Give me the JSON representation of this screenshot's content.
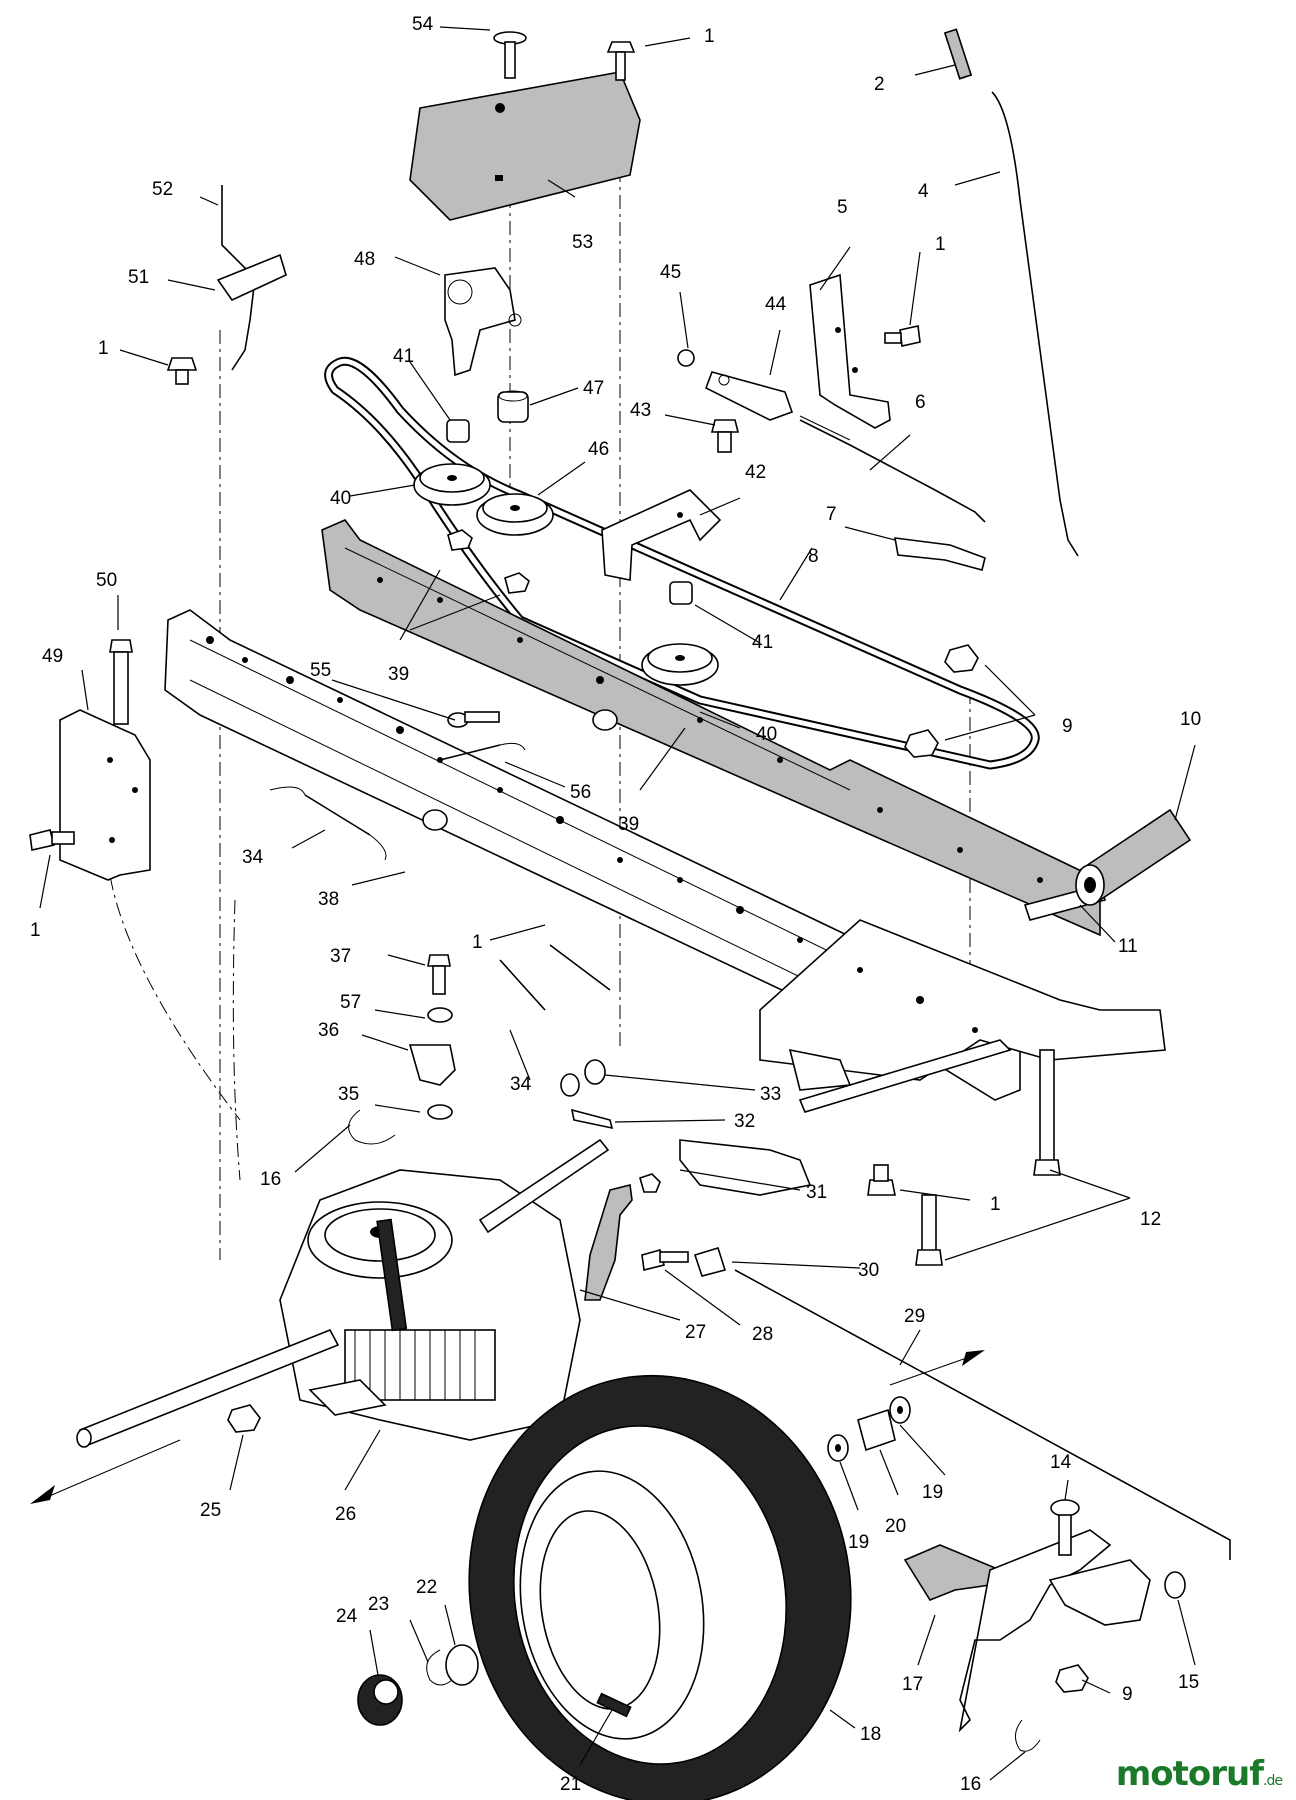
{
  "diagram": {
    "callouts": [
      "54",
      "1",
      "2",
      "52",
      "53",
      "4",
      "51",
      "48",
      "5",
      "1",
      "1",
      "45",
      "44",
      "41",
      "47",
      "6",
      "43",
      "46",
      "40",
      "42",
      "7",
      "8",
      "39",
      "41",
      "50",
      "49",
      "55",
      "40",
      "9",
      "10",
      "56",
      "39",
      "34",
      "38",
      "11",
      "1",
      "1",
      "37",
      "57",
      "36",
      "34",
      "33",
      "35",
      "32",
      "16",
      "31",
      "1",
      "12",
      "30",
      "27",
      "28",
      "29",
      "25",
      "26",
      "14",
      "19",
      "20",
      "19",
      "24",
      "23",
      "22",
      "17",
      "9",
      "15",
      "21",
      "18",
      "16"
    ]
  },
  "watermark": {
    "brand": "motoruf",
    "suffix": ".de",
    "color": "#1a7a2a"
  }
}
